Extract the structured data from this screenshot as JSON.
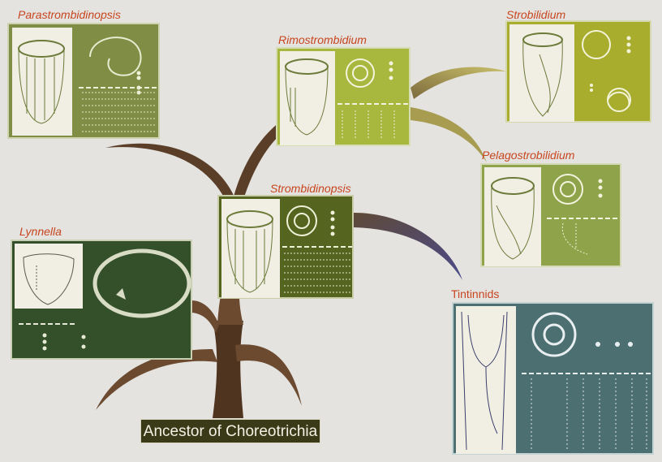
{
  "diagram": {
    "root_label": "Ancestor of Choreotrichia",
    "taxa": [
      {
        "id": "parastrombidinopsis",
        "label": "Parastrombidinopsis",
        "italic": true
      },
      {
        "id": "rimostrombidium",
        "label": "Rimostrombidium",
        "italic": true
      },
      {
        "id": "strobilidium",
        "label": "Strobilidium",
        "italic": true
      },
      {
        "id": "pelagostrobilidium",
        "label": "Pelagostrobilidium",
        "italic": true
      },
      {
        "id": "strombidinopsis",
        "label": "Strombidinopsis",
        "italic": true
      },
      {
        "id": "lynnella",
        "label": "Lynnella",
        "italic": true
      },
      {
        "id": "tintinnids",
        "label": "Tintinnids",
        "italic": false
      }
    ],
    "colors": {
      "background": "#e4e3df",
      "label_text": "#c8451f",
      "trunk": "#6b4a30",
      "branch_to_tintinnids": "#4e4a7e",
      "branch_to_strobilidium": "#b7ae5c",
      "parastrombidinopsis_panel": "#7f8d45",
      "rimostrombidium_panel": "#a8b83e",
      "strobilidium_panel": "#a8ad2e",
      "pelagostrobilidium_panel": "#8fa44a",
      "strombidinopsis_panel": "#55641f",
      "lynnella_panel": "#34502a",
      "tintinnids_panel": "#4c6f72",
      "root_label_bg": "#3b3a18"
    }
  }
}
